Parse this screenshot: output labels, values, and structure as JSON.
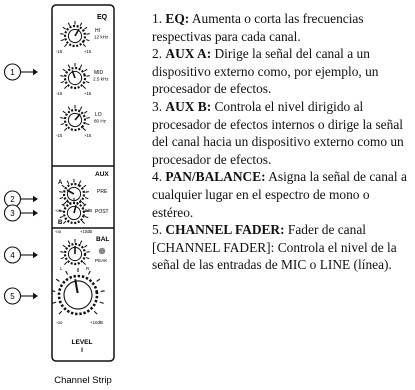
{
  "strip": {
    "eq": {
      "title": "EQ",
      "knobs": [
        {
          "label_1": "HI",
          "label_2": "12 kHz",
          "min": "-15",
          "max": "+15"
        },
        {
          "label_1": "MID",
          "label_2": "2.5 kHz",
          "min": "-15",
          "max": "+15"
        },
        {
          "label_1": "LO",
          "label_2": "80 Hz",
          "min": "-15",
          "max": "+15"
        }
      ]
    },
    "aux": {
      "title": "AUX",
      "knobs": [
        {
          "letter": "A",
          "label": "PRE",
          "min": "-oo",
          "max": "+10dB"
        },
        {
          "letter": "B",
          "label": "POST",
          "min": "-oo",
          "max": "+10dB"
        }
      ]
    },
    "bal": {
      "title": "BAL",
      "peak": "PEAK",
      "min": "L",
      "max": "R"
    },
    "level": {
      "title": "LEVEL",
      "min": "-oo",
      "max": "+10dB",
      "mark": "I"
    },
    "caption": "Channel Strip",
    "callouts": [
      "1",
      "2",
      "3",
      "4",
      "5"
    ],
    "colors": {
      "panel": "#ffffff",
      "ink": "#111111",
      "peak_led": "#8a8a8a"
    }
  },
  "items": [
    {
      "number": "1.",
      "title": "EQ:",
      "text": " Aumenta o corta las frecuencias respectivas para cada canal."
    },
    {
      "number": "2.",
      "title": "AUX A:",
      "text": "  Dirige la señal del canal a un dispositivo externo como, por ejemplo, un procesador de efectos."
    },
    {
      "number": "3.",
      "title": "AUX B:",
      "text": "  Controla el nivel dirigido al procesador de efectos internos o dirige la señal del canal hacia un dispositivo externo como un procesador de efectos."
    },
    {
      "number": "4.",
      "title": "PAN/BALANCE:",
      "text": " Asigna la señal de canal a cualquier lugar en el espectro de mono o estéreo."
    },
    {
      "number": "5.",
      "title": "CHANNEL FADER:",
      "text": " Fader de canal [CHANNEL FADER]: Controla el nivel de la señal de las entradas de MIC o LINE (línea)."
    }
  ]
}
